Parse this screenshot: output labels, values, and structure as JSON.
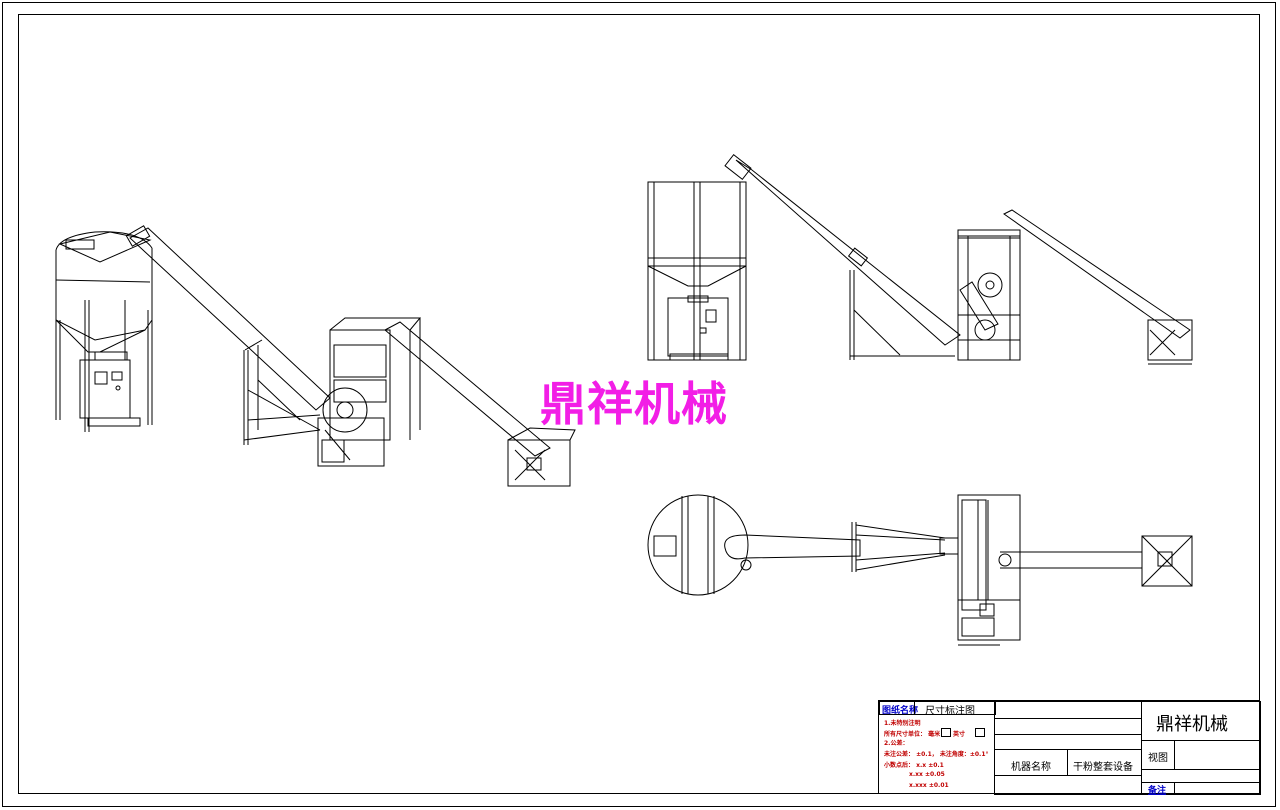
{
  "watermark": "鼎祥机械",
  "title_block": {
    "drawing_name_label": "图纸名称",
    "drawing_name_value": "尺寸标注图",
    "notes": [
      "1.未特别注明",
      "所有尺寸单位：  毫米",
      "2.公差：",
      "未注公差：  ±0.1，  未注角度：±0.1°",
      "小数点后：  x.x  ±0.1",
      "x.xx  ±0.05",
      "x.xxx  ±0.01"
    ],
    "unit_inch_label": "英寸",
    "machine_name_label": "机器名称",
    "machine_name_value": "干粉整套设备",
    "company": "鼎祥机械",
    "view_label": "视图",
    "remark_label": "备注"
  }
}
